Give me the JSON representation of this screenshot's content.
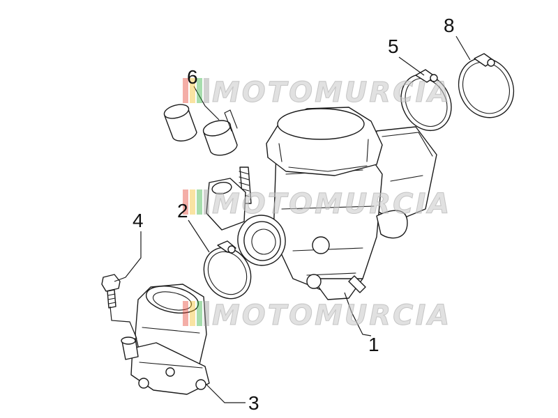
{
  "callouts": [
    {
      "id": "1",
      "label": "1"
    },
    {
      "id": "2",
      "label": "2"
    },
    {
      "id": "3",
      "label": "3"
    },
    {
      "id": "4",
      "label": "4"
    },
    {
      "id": "5",
      "label": "5"
    },
    {
      "id": "6",
      "label": "6"
    },
    {
      "id": "8",
      "label": "8"
    }
  ],
  "watermark": {
    "text": "MOTOMURCIA",
    "colors": [
      "#e64b3c",
      "#f2c230",
      "#3cb34a",
      "#9a9a9a"
    ]
  }
}
